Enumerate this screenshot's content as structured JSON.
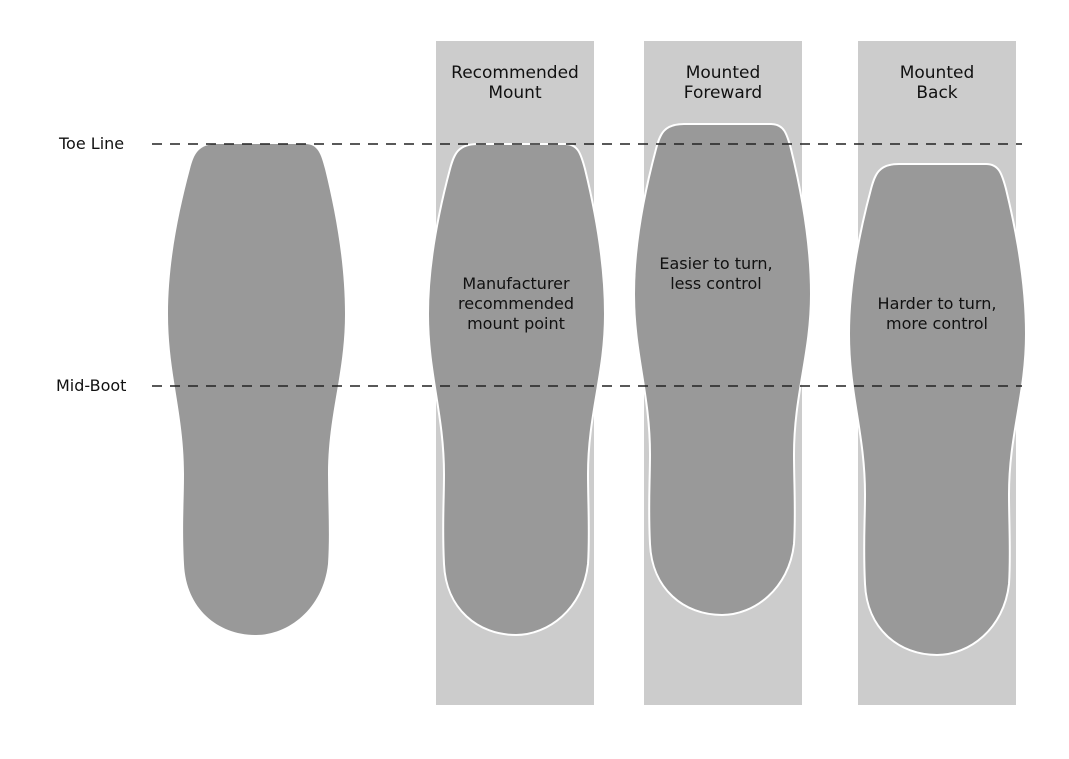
{
  "lines": {
    "toe_line": "Toe Line",
    "mid_boot": "Mid-Boot"
  },
  "columns": [
    {
      "title": "Recommended\nMount",
      "note": "Manufacturer\nrecommended\nmount point"
    },
    {
      "title": "Mounted\nForeward",
      "note": "Easier to turn,\nless control"
    },
    {
      "title": "Mounted\nBack",
      "note": "Harder to turn,\nmore control"
    }
  ],
  "colors": {
    "panel": "#cccccc",
    "sole": "#999999",
    "outline": "#ffffff",
    "line": "#222222"
  }
}
